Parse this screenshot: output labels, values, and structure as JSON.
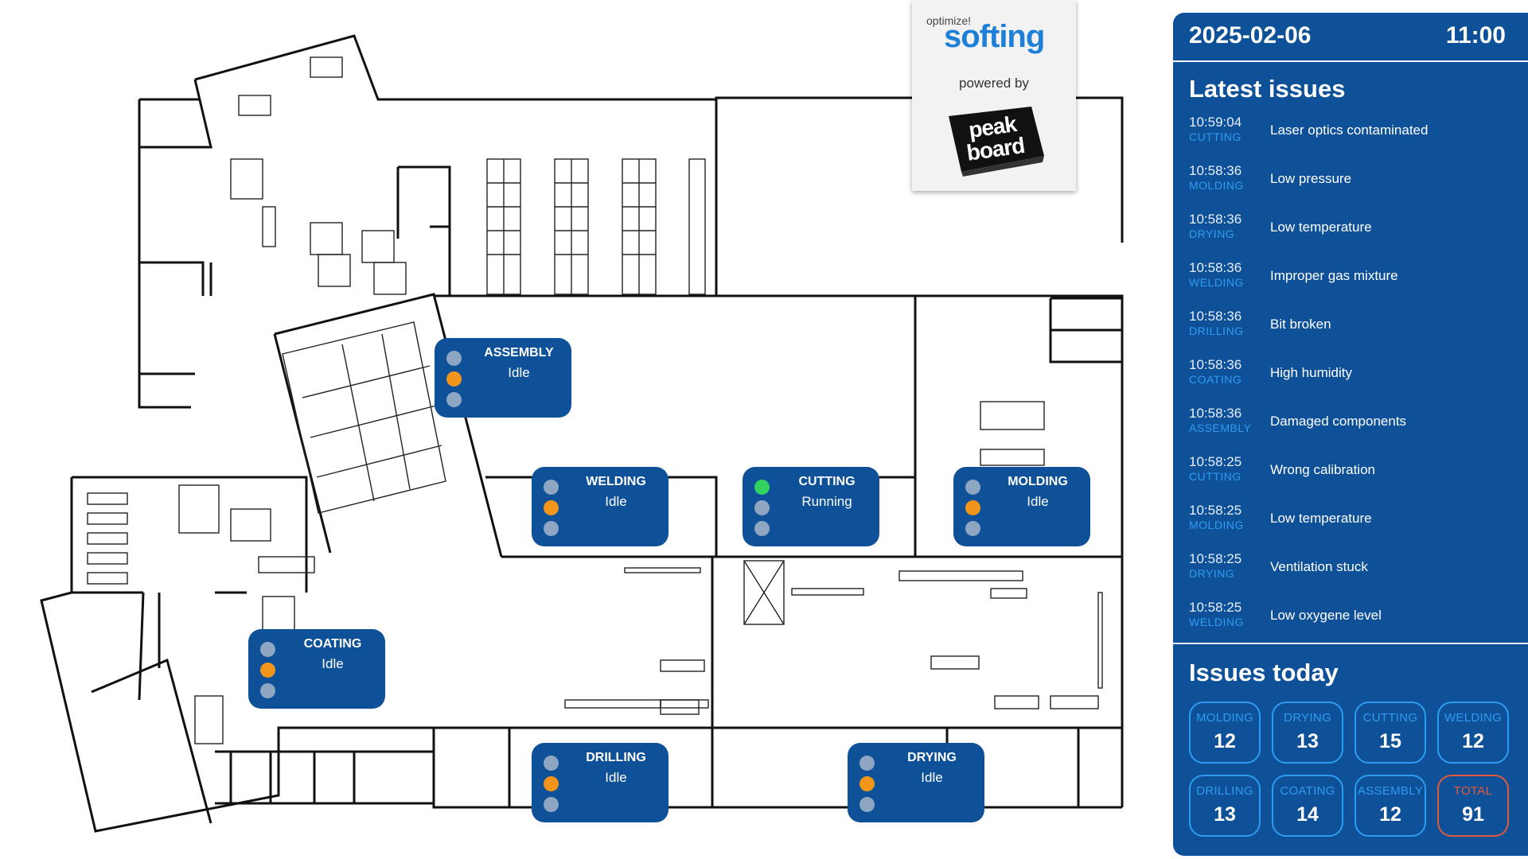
{
  "header": {
    "date": "2025-02-06",
    "time": "11:00"
  },
  "logo": {
    "optimize": "optimize!",
    "softing": "softing",
    "powered_by": "powered by",
    "peakboard": "peak board"
  },
  "colors": {
    "panel": "#0f5199",
    "accent": "#2d9cf0",
    "lamp_off": "#8fa6c2",
    "lamp_green": "#31d25f",
    "lamp_orange": "#f2961b",
    "total_border": "#e05a3a"
  },
  "stations": {
    "assembly": {
      "name": "ASSEMBLY",
      "state": "Idle",
      "active_lamp": "orange"
    },
    "welding": {
      "name": "WELDING",
      "state": "Idle",
      "active_lamp": "orange"
    },
    "cutting": {
      "name": "CUTTING",
      "state": "Running",
      "active_lamp": "green"
    },
    "molding": {
      "name": "MOLDING",
      "state": "Idle",
      "active_lamp": "orange"
    },
    "coating": {
      "name": "COATING",
      "state": "Idle",
      "active_lamp": "orange"
    },
    "drilling": {
      "name": "DRILLING",
      "state": "Idle",
      "active_lamp": "orange"
    },
    "drying": {
      "name": "DRYING",
      "state": "Idle",
      "active_lamp": "orange"
    }
  },
  "latest_issues": {
    "title": "Latest issues",
    "items": [
      {
        "time": "10:59:04",
        "station": "CUTTING",
        "message": "Laser optics contaminated"
      },
      {
        "time": "10:58:36",
        "station": "MOLDING",
        "message": "Low pressure"
      },
      {
        "time": "10:58:36",
        "station": "DRYING",
        "message": "Low temperature"
      },
      {
        "time": "10:58:36",
        "station": "WELDING",
        "message": "Improper gas mixture"
      },
      {
        "time": "10:58:36",
        "station": "DRILLING",
        "message": "Bit broken"
      },
      {
        "time": "10:58:36",
        "station": "COATING",
        "message": "High humidity"
      },
      {
        "time": "10:58:36",
        "station": "ASSEMBLY",
        "message": "Damaged components"
      },
      {
        "time": "10:58:25",
        "station": "CUTTING",
        "message": "Wrong calibration"
      },
      {
        "time": "10:58:25",
        "station": "MOLDING",
        "message": "Low temperature"
      },
      {
        "time": "10:58:25",
        "station": "DRYING",
        "message": "Ventilation stuck"
      },
      {
        "time": "10:58:25",
        "station": "WELDING",
        "message": "Low oxygene level"
      }
    ]
  },
  "issues_today": {
    "title": "Issues today",
    "tiles": [
      {
        "label": "MOLDING",
        "value": "12"
      },
      {
        "label": "DRYING",
        "value": "13"
      },
      {
        "label": "CUTTING",
        "value": "15"
      },
      {
        "label": "WELDING",
        "value": "12"
      },
      {
        "label": "DRILLING",
        "value": "13"
      },
      {
        "label": "COATING",
        "value": "14"
      },
      {
        "label": "ASSEMBLY",
        "value": "12"
      },
      {
        "label": "TOTAL",
        "value": "91"
      }
    ]
  }
}
